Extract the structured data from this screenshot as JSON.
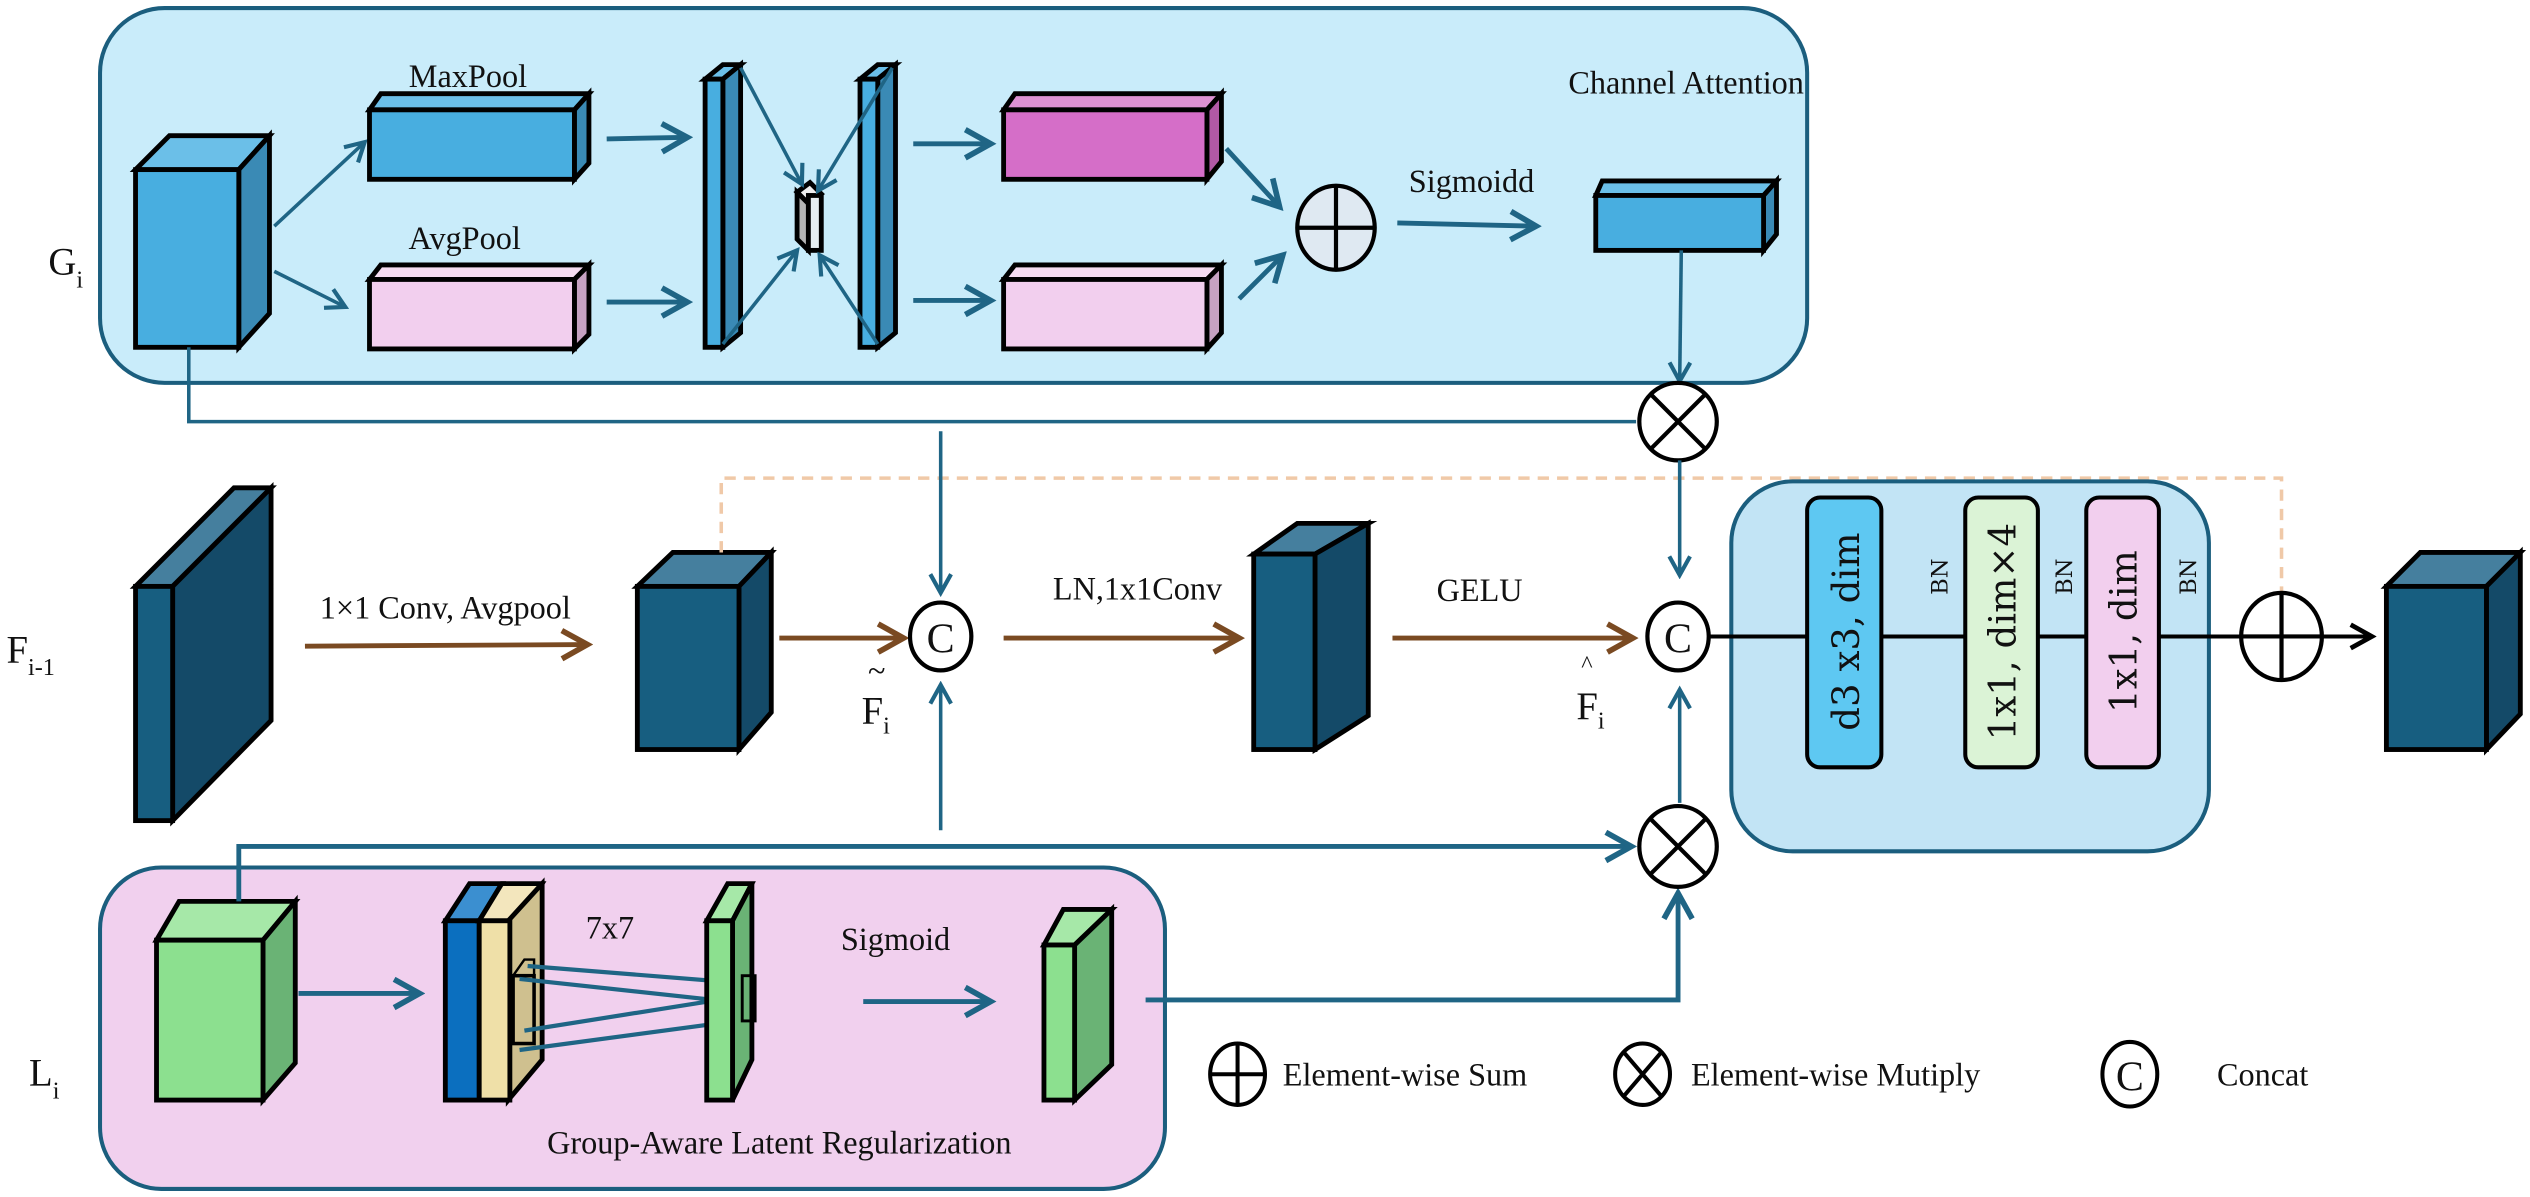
{
  "figure": {
    "title": "Feature fusion module with Channel Attention and Group-Aware Latent Regularization"
  },
  "rows": {
    "global": {
      "label": "G",
      "subscript": "i"
    },
    "fused": {
      "label": "F",
      "subscript": "i-1"
    },
    "local": {
      "label": "L",
      "subscript": "i"
    }
  },
  "channel_attention": {
    "title": "Channel  Attention",
    "maxpool_label": "MaxPool",
    "avgpool_label": "AvgPool",
    "sigmoid_label": "Sigmoidd",
    "colors": {
      "panel": "#c9ecfa",
      "border": "#1b5e7e",
      "blue": "#48aee0",
      "magenta": "#d56ec8",
      "pink": "#f2cfee"
    }
  },
  "main_path": {
    "conv_label": "1×1 Conv, Avgpool",
    "ln_label": "LN,1x1Conv",
    "gelu_label": "GELU",
    "f_tilde": {
      "accent": "~",
      "label": "F",
      "subscript": "i"
    },
    "f_hat": {
      "accent": "^",
      "label": "F",
      "subscript": "i"
    },
    "colors": {
      "cube": "#175e80",
      "arrow": "#7a4a22",
      "skip": "#f0c9a8"
    }
  },
  "block": {
    "layers": [
      {
        "label": "d3 x3, dim",
        "color": "#5ec8f2"
      },
      {
        "label": "1x1, dim×4",
        "color": "#dbf3d6"
      },
      {
        "label": "1x1, dim",
        "color": "#f2cfee"
      }
    ],
    "norm_labels": [
      "BN",
      "BN",
      "BN"
    ],
    "panel_color": "#c2e4f5"
  },
  "galr": {
    "title": "Group-Aware Latent Regularization",
    "kernel_label": "7x7",
    "sigmoid_label": "Sigmoid",
    "colors": {
      "panel": "#f1d0ee",
      "green": "#8ce08f",
      "green_dark": "#6ab375",
      "beige": "#efe0a8",
      "blue": "#0b6fbf"
    }
  },
  "legend": {
    "items": [
      {
        "symbol": "⊕",
        "label": "Element-wise Sum"
      },
      {
        "symbol": "⊗",
        "label": "Element-wise Mutiply"
      },
      {
        "symbol": "C",
        "label": "Concat"
      }
    ]
  }
}
